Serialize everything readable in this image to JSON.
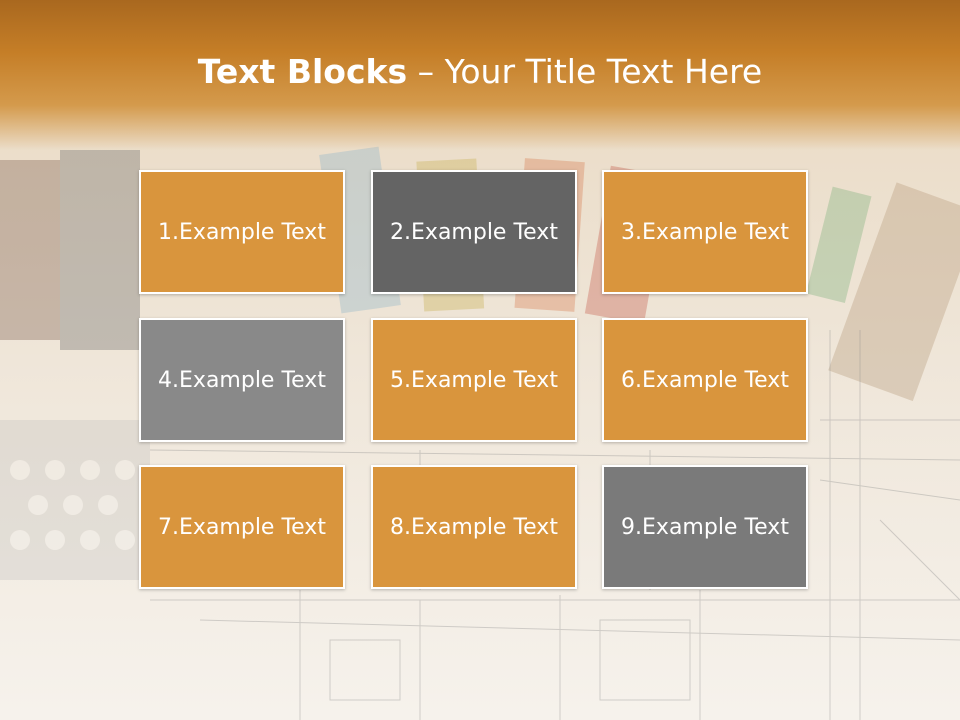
{
  "title": {
    "bold": "Text Blocks",
    "rest": " – Your Title Text Here"
  },
  "blocks": [
    {
      "label": "1.Example Text",
      "color": "#d9953d"
    },
    {
      "label": "2.Example Text",
      "color": "#646464"
    },
    {
      "label": "3.Example Text",
      "color": "#d9953d"
    },
    {
      "label": "4.Example Text",
      "color": "#898989"
    },
    {
      "label": "5.Example Text",
      "color": "#d9953d"
    },
    {
      "label": "6.Example Text",
      "color": "#d9953d"
    },
    {
      "label": "7.Example Text",
      "color": "#d9953d"
    },
    {
      "label": "8.Example Text",
      "color": "#d9953d"
    },
    {
      "label": "9.Example Text",
      "color": "#7a7a7a"
    }
  ]
}
